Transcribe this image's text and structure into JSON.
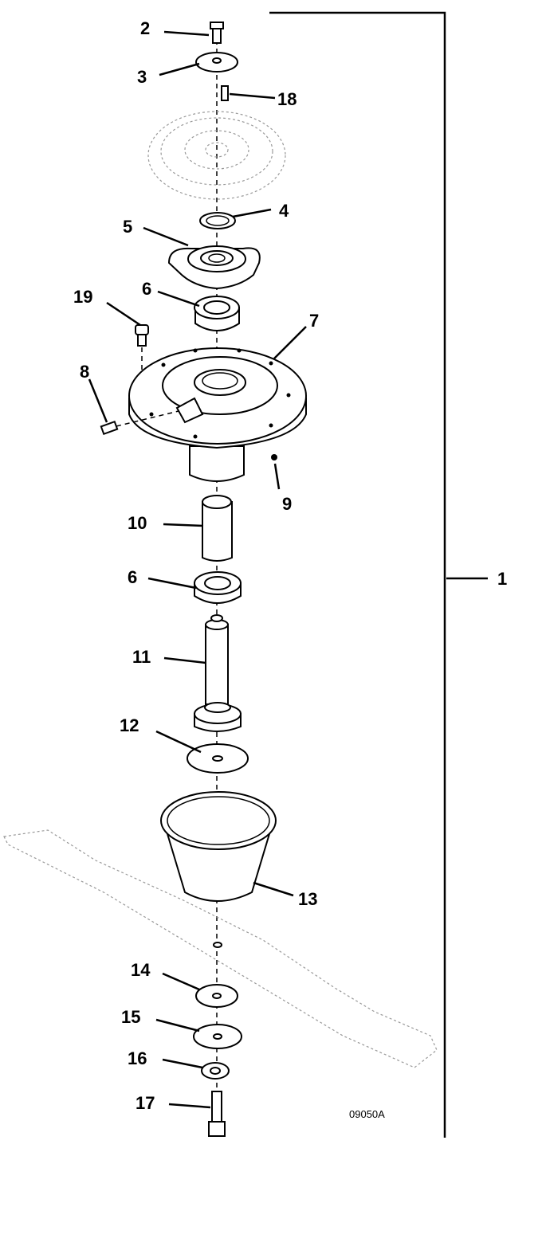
{
  "diagram": {
    "callouts": {
      "c1": "1",
      "c2": "2",
      "c3": "3",
      "c4": "4",
      "c5": "5",
      "c6a": "6",
      "c6b": "6",
      "c7": "7",
      "c8": "8",
      "c9": "9",
      "c10": "10",
      "c11": "11",
      "c12": "12",
      "c13": "13",
      "c14": "14",
      "c15": "15",
      "c16": "16",
      "c17": "17",
      "c18": "18",
      "c19": "19"
    },
    "figure_code": "09050A"
  }
}
